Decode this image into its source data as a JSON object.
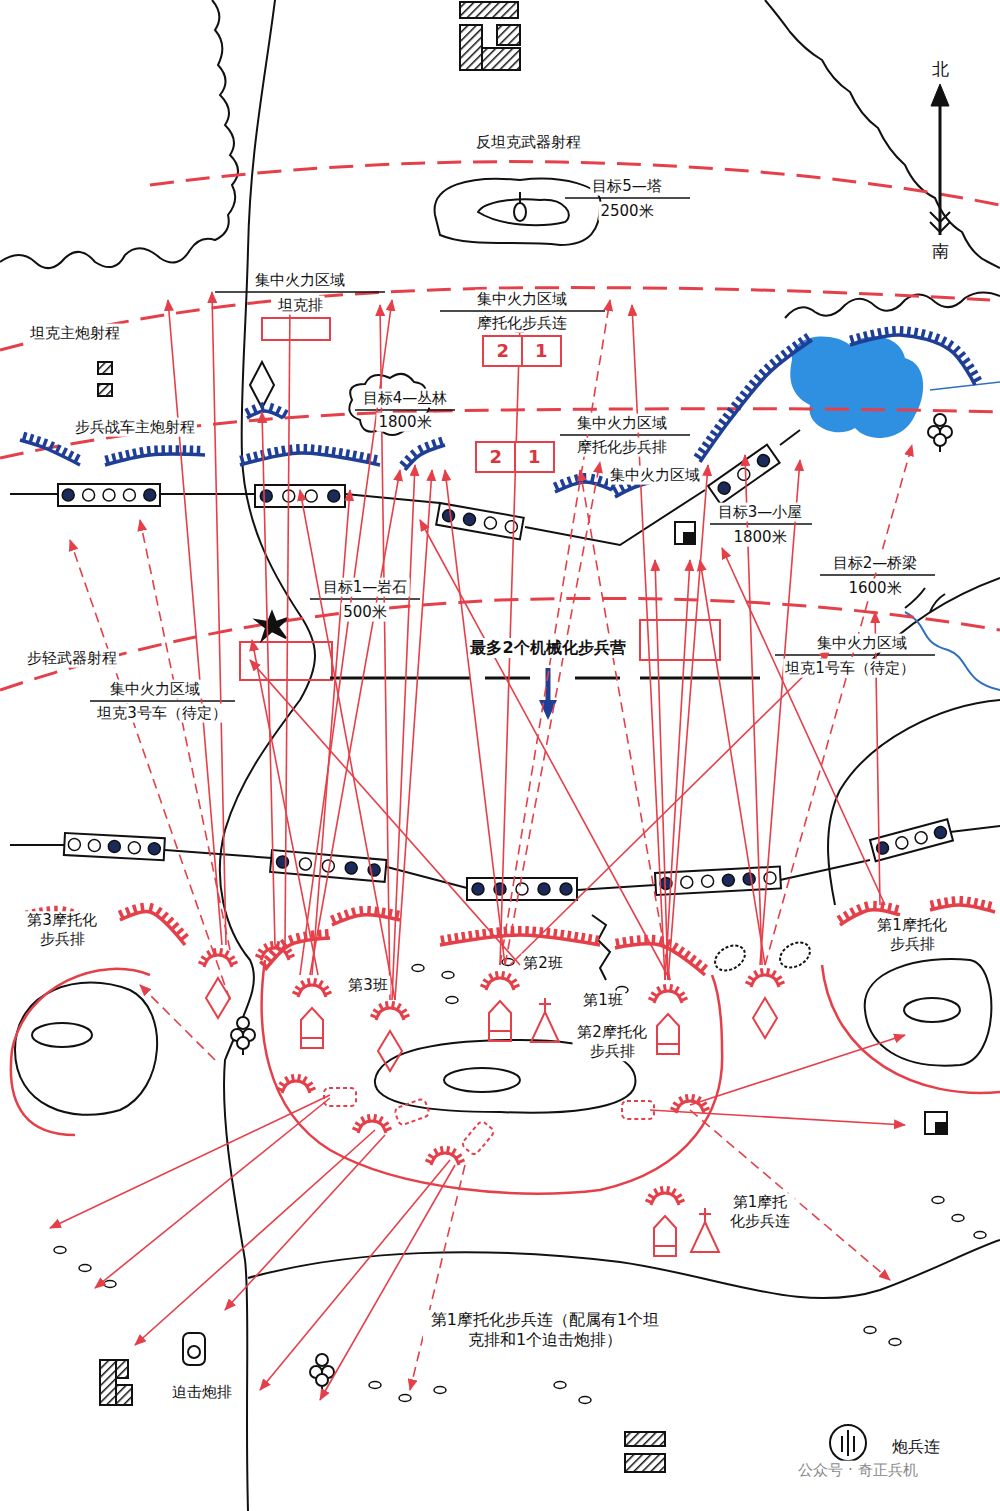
{
  "diagram": {
    "nodes": [
      {
        "text": [
          "2",
          "1"
        ]
      },
      {
        "text": [
          "2",
          "1"
        ]
      }
    ],
    "labels": [
      "北",
      "南",
      "反坦克武器射程",
      "目标5—塔",
      "2500米",
      "集中火力区域",
      "坦克排",
      "集中火力区域",
      "摩托化步兵连",
      "坦克主炮射程",
      "步兵战车主炮射程",
      "目标4—丛林",
      "1800米",
      "集中火力区域",
      "摩托化步兵排",
      "集中火力区域",
      "目标3—小屋",
      "1800米",
      "目标2—桥梁",
      "1600米",
      "目标1—岩石",
      "500米",
      "步轻武器射程",
      "最多2个机械化步兵营",
      "集中火力区域",
      "坦克3号车（待定）",
      "集中火力区域",
      "坦克1号车（待定）",
      "第3摩托化步兵排",
      "第1摩托化步兵排",
      "第3班",
      "第2班",
      "第1班",
      "第2摩托化步兵排",
      "第1摩托化步兵连",
      "第1摩托化步兵连（配属有1个坦克排和1个迫击炮排）",
      "迫击炮排",
      "炮兵连",
      "公众号 · 奇正兵机"
    ]
  }
}
